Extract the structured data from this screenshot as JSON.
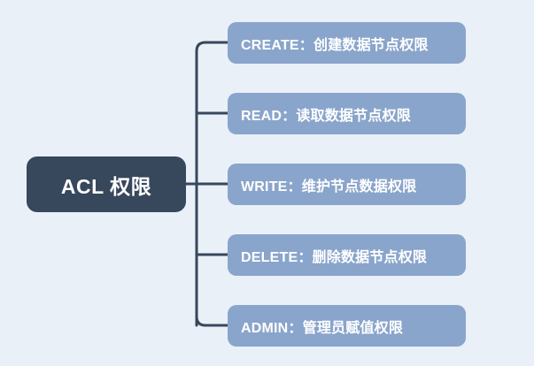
{
  "diagram": {
    "type": "mindmap",
    "orientation": "left-to-right",
    "background_color": "#eaf0f8",
    "connector_color": "#37475c",
    "root": {
      "label": "ACL 权限",
      "fill_color": "#37475c",
      "text_color": "#ffffff"
    },
    "children": [
      {
        "label": "CREATE：创建数据节点权限",
        "key": "CREATE",
        "description": "创建数据节点权限",
        "fill_color": "#8aa5cb",
        "text_color": "#ffffff"
      },
      {
        "label": "READ：读取数据节点权限",
        "key": "READ",
        "description": "读取数据节点权限",
        "fill_color": "#8aa5cb",
        "text_color": "#ffffff"
      },
      {
        "label": "WRITE：维护节点数据权限",
        "key": "WRITE",
        "description": "维护节点数据权限",
        "fill_color": "#8aa5cb",
        "text_color": "#ffffff"
      },
      {
        "label": "DELETE：删除数据节点权限",
        "key": "DELETE",
        "description": "删除数据节点权限",
        "fill_color": "#8aa5cb",
        "text_color": "#ffffff"
      },
      {
        "label": "ADMIN：管理员赋值权限",
        "key": "ADMIN",
        "description": "管理员赋值权限",
        "fill_color": "#8aa5cb",
        "text_color": "#ffffff"
      }
    ]
  }
}
